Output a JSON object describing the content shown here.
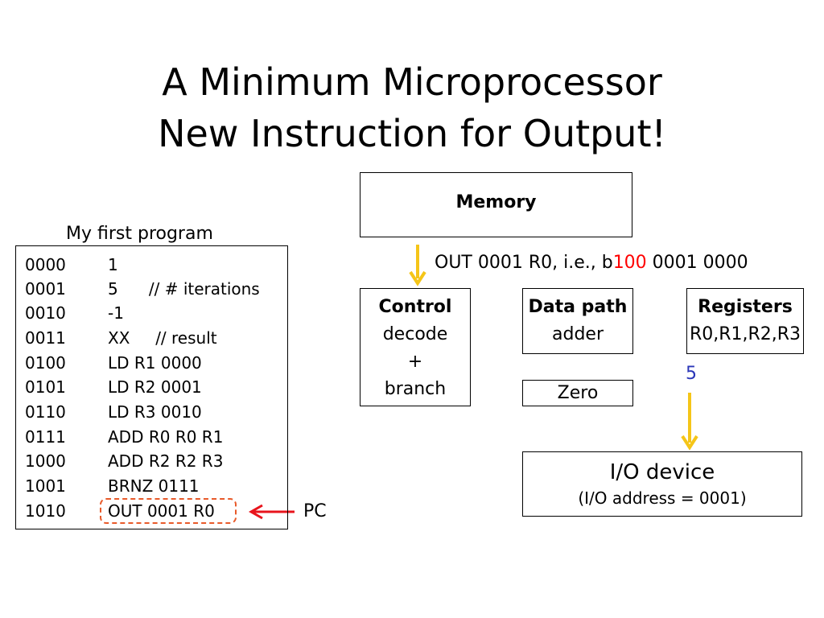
{
  "title": {
    "line1": "A Minimum Microprocessor",
    "line2": "New Instruction for Output!"
  },
  "memory": {
    "label": "Memory"
  },
  "out_instruction": {
    "prefix": "OUT 0001 R0, i.e., b",
    "opcode": "100",
    "suffix": " 0001 0000"
  },
  "control": {
    "title": "Control",
    "lines": [
      "decode",
      "+",
      "branch"
    ]
  },
  "datapath": {
    "title": "Data path",
    "line": "adder"
  },
  "registers": {
    "title": "Registers",
    "line": "R0,R1,R2,R3"
  },
  "zero": {
    "label": "Zero"
  },
  "output_value": "5",
  "io": {
    "title": "I/O device",
    "subtitle": "(I/O address = 0001)"
  },
  "program": {
    "label": "My first program",
    "rows": [
      {
        "addr": "0000",
        "instr": "1"
      },
      {
        "addr": "0001",
        "instr": "5      // # iterations"
      },
      {
        "addr": "0010",
        "instr": "-1"
      },
      {
        "addr": "0011",
        "instr": "XX     // result"
      },
      {
        "addr": "0100",
        "instr": "LD R1 0000"
      },
      {
        "addr": "0101",
        "instr": "LD R2 0001"
      },
      {
        "addr": "0110",
        "instr": "LD R3 0010"
      },
      {
        "addr": "0111",
        "instr": "ADD R0 R0 R1"
      },
      {
        "addr": "1000",
        "instr": "ADD R2 R2 R3"
      },
      {
        "addr": "1001",
        "instr": "BRNZ 0111"
      },
      {
        "addr": "1010",
        "instr": "OUT 0001 R0"
      }
    ]
  },
  "pc_label": "PC",
  "colors": {
    "arrow_yellow": "#f5c518",
    "arrow_red": "#e8141c",
    "pc_highlight": "#e85a2a",
    "opcode_red": "#ff0000",
    "value_blue": "#2a36b8"
  }
}
